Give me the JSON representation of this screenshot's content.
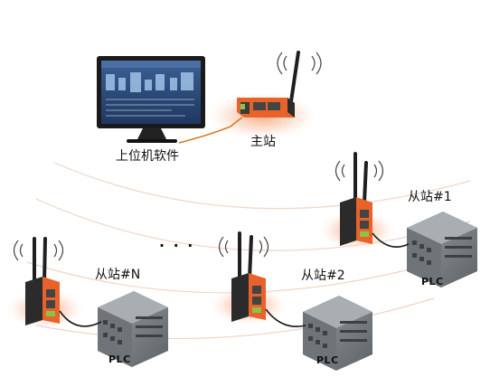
{
  "labels": {
    "host_software": "上位机软件",
    "master_station": "主站",
    "slave_1": "从站#1",
    "slave_2": "从站#2",
    "slave_n": "从站#N",
    "plc_1": "PLC",
    "plc_2": "PLC",
    "plc_n": "PLC",
    "ellipsis": "· · ·"
  },
  "colors": {
    "router_orange": "#e8622a",
    "router_dark": "#2b2b2b",
    "glow": "#f7b28f",
    "monitor_frame": "#1a1a1a",
    "screen_bg": "#2a4a7a",
    "cable": "#d2791c",
    "plc_gray": "#8a8f93",
    "arc_line": "#f1d5c6"
  },
  "icons": [
    "monitor-icon",
    "router-icon",
    "antenna-icon",
    "wifi-signal-icon",
    "plc-icon",
    "cable-icon"
  ]
}
